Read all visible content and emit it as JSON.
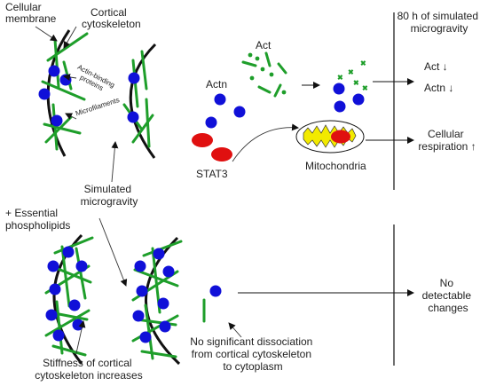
{
  "labels": {
    "cellular_membrane": [
      "Cellular",
      "membrane"
    ],
    "cortical_cytoskeleton": [
      "Cortical",
      "cytoskeleton"
    ],
    "actin_binding_proteins": [
      "Actin-binding",
      "proteins"
    ],
    "microfilaments": "Microfilaments",
    "simulated_microgravity": [
      "Simulated",
      "microgravity"
    ],
    "essential_phospholipids": [
      "+ Essential",
      "phospholipids"
    ],
    "stiffness": [
      "Stiffness of cortical",
      "cytoskeleton increases"
    ],
    "actn": "Actn",
    "act": "Act",
    "stat3": "STAT3",
    "mitochondria": "Mitochondria",
    "hours_header": [
      "80 h of simulated",
      "microgravity"
    ],
    "result_act": "Act ↓",
    "result_actn": "Actn ↓",
    "result_respiration": [
      "Cellular",
      "respiration ↑"
    ],
    "no_dissociation": [
      "No significant dissociation",
      "from cortical cytoskeleton",
      "to cytoplasm"
    ],
    "no_changes": [
      "No",
      "detectable",
      "changes"
    ]
  },
  "colors": {
    "actin_green": "#1e9e2a",
    "protein_blue": "#1010d8",
    "stat3_red": "#e01010",
    "mito_yellow": "#f2ea00",
    "line_black": "#111111"
  }
}
